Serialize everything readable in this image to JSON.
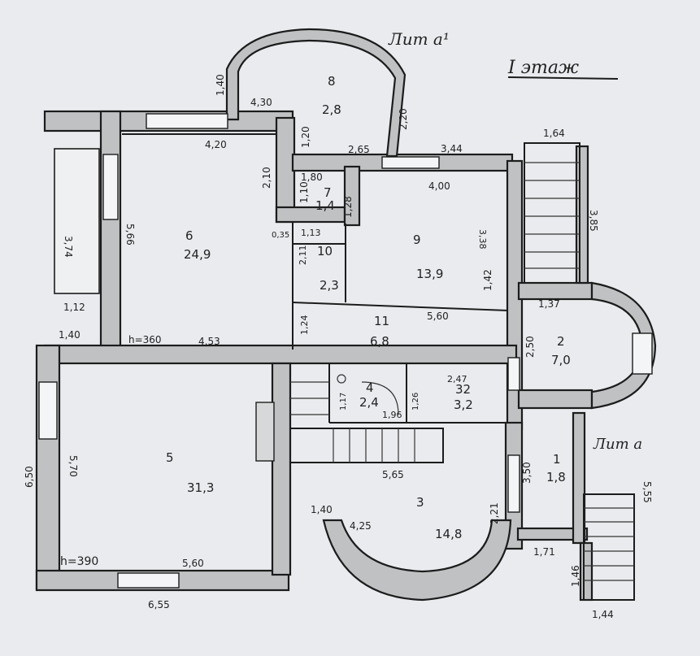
{
  "header": {
    "floor_label": "I этаж",
    "stair_label_top": "Лит а¹",
    "stair_label_right": "Лит а"
  },
  "rooms": [
    {
      "id": "1",
      "area": "1,8"
    },
    {
      "id": "2",
      "area": "7,0"
    },
    {
      "id": "3",
      "area": "14,8"
    },
    {
      "id": "4",
      "area": "2,4"
    },
    {
      "id": "5",
      "area": "31,3"
    },
    {
      "id": "6",
      "area": "24,9"
    },
    {
      "id": "7",
      "area": "1,4"
    },
    {
      "id": "8",
      "area": "2,8"
    },
    {
      "id": "9",
      "area": "13,9"
    },
    {
      "id": "10",
      "area": "2,3"
    },
    {
      "id": "11",
      "area": "6,8"
    },
    {
      "id": "32",
      "area": "3,2"
    }
  ],
  "dimensions": {
    "d_140_top": "1,40",
    "d_430": "4,30",
    "d_120": "1,20",
    "d_220": "2,20",
    "d_420": "4,20",
    "d_210": "2,10",
    "d_180": "1,80",
    "d_110": "1,10",
    "d_265": "2,65",
    "d_344": "3,44",
    "d_164": "1,64",
    "d_400": "4,00",
    "d_128": "1,28",
    "d_374": "3,74",
    "d_566": "5,66",
    "d_035": "0,35",
    "d_113": "1,13",
    "d_211": "2,11",
    "d_338": "3,38",
    "d_385": "3,85",
    "d_142": "1,42",
    "d_112": "1,12",
    "d_137": "1,37",
    "d_360_h": "h=360",
    "d_453": "4,53",
    "d_124": "1,24",
    "d_560_mid": "5,60",
    "d_140_left": "1,40",
    "d_250": "2,50",
    "d_247": "2,47",
    "d_117": "1,17",
    "d_196": "1,96",
    "d_126": "1,26",
    "d_565": "5,65",
    "d_650": "6,50",
    "d_570": "5,70",
    "d_350": "3,50",
    "d_555": "5,55",
    "d_140_room3": "1,40",
    "d_425": "4,25",
    "d_221": "2,21",
    "d_171": "1,71",
    "d_390_h": "h=390",
    "d_560_bottom": "5,60",
    "d_655": "6,55",
    "d_146": "1,46",
    "d_144": "1,44"
  }
}
